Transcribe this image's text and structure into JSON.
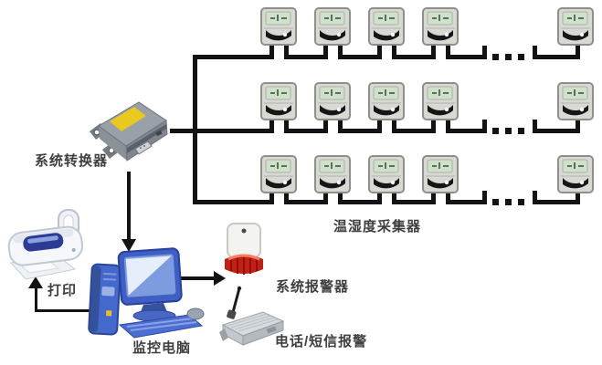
{
  "diagram": {
    "labels": {
      "converter": "系统转换器",
      "printer": "打印",
      "computer": "监控电脑",
      "collectors": "温湿度采集器",
      "system_alarm": "系统报警器",
      "sms_alarm": "电话/短信报警"
    },
    "sensor_grid": {
      "rows": 3,
      "visible_per_row": 5,
      "continuation": "..."
    },
    "connections": [
      {
        "from": "温湿度采集器",
        "to": "系统转换器",
        "type": "bus-line"
      },
      {
        "from": "系统转换器",
        "to": "监控电脑",
        "type": "arrow"
      },
      {
        "from": "监控电脑",
        "to": "系统报警器",
        "type": "arrow"
      },
      {
        "from": "监控电脑",
        "to": "打印",
        "type": "arrow"
      }
    ],
    "colors": {
      "background": "#ffffff",
      "line": "#131313",
      "label_text": "#3f3f3f",
      "sensor_body": "#d9d9d4",
      "sensor_lcd": "#cfe0cb",
      "converter_body": "#99a0a8",
      "converter_label_strip": "#e9c81f",
      "alarm_red": "#c32014",
      "computer_blue": "#3f5fc4",
      "printer_lid_blue": "#2c3b93",
      "modem_gray": "#d7dbdd"
    }
  }
}
